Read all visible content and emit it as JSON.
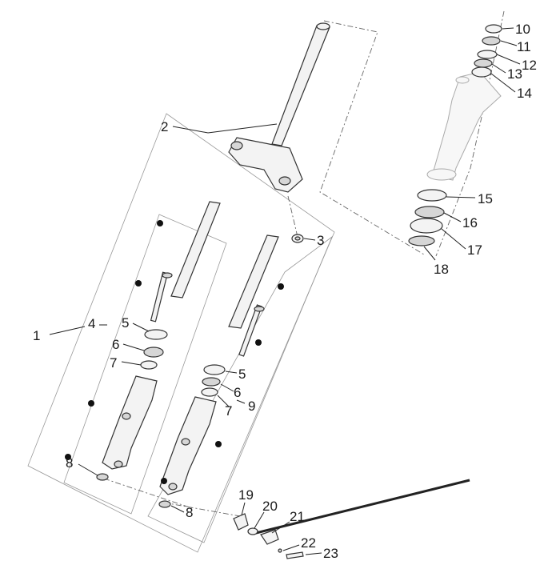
{
  "callouts": {
    "c1": "1",
    "c2": "2",
    "c3": "3",
    "c4": "4",
    "c5a": "5",
    "c5b": "5",
    "c6a": "6",
    "c6b": "6",
    "c7a": "7",
    "c7b": "7",
    "c8a": "8",
    "c8b": "8",
    "c9": "9",
    "c10": "10",
    "c11": "11",
    "c12": "12",
    "c13": "13",
    "c14": "14",
    "c15": "15",
    "c16": "16",
    "c17": "17",
    "c18": "18",
    "c19": "19",
    "c20": "20",
    "c21": "21",
    "c22": "22",
    "c23": "23"
  },
  "colors": {
    "line": "#222222",
    "part_fill": "#f3f3f3",
    "ghost": "#aaaaaa",
    "marker": "#111111"
  }
}
